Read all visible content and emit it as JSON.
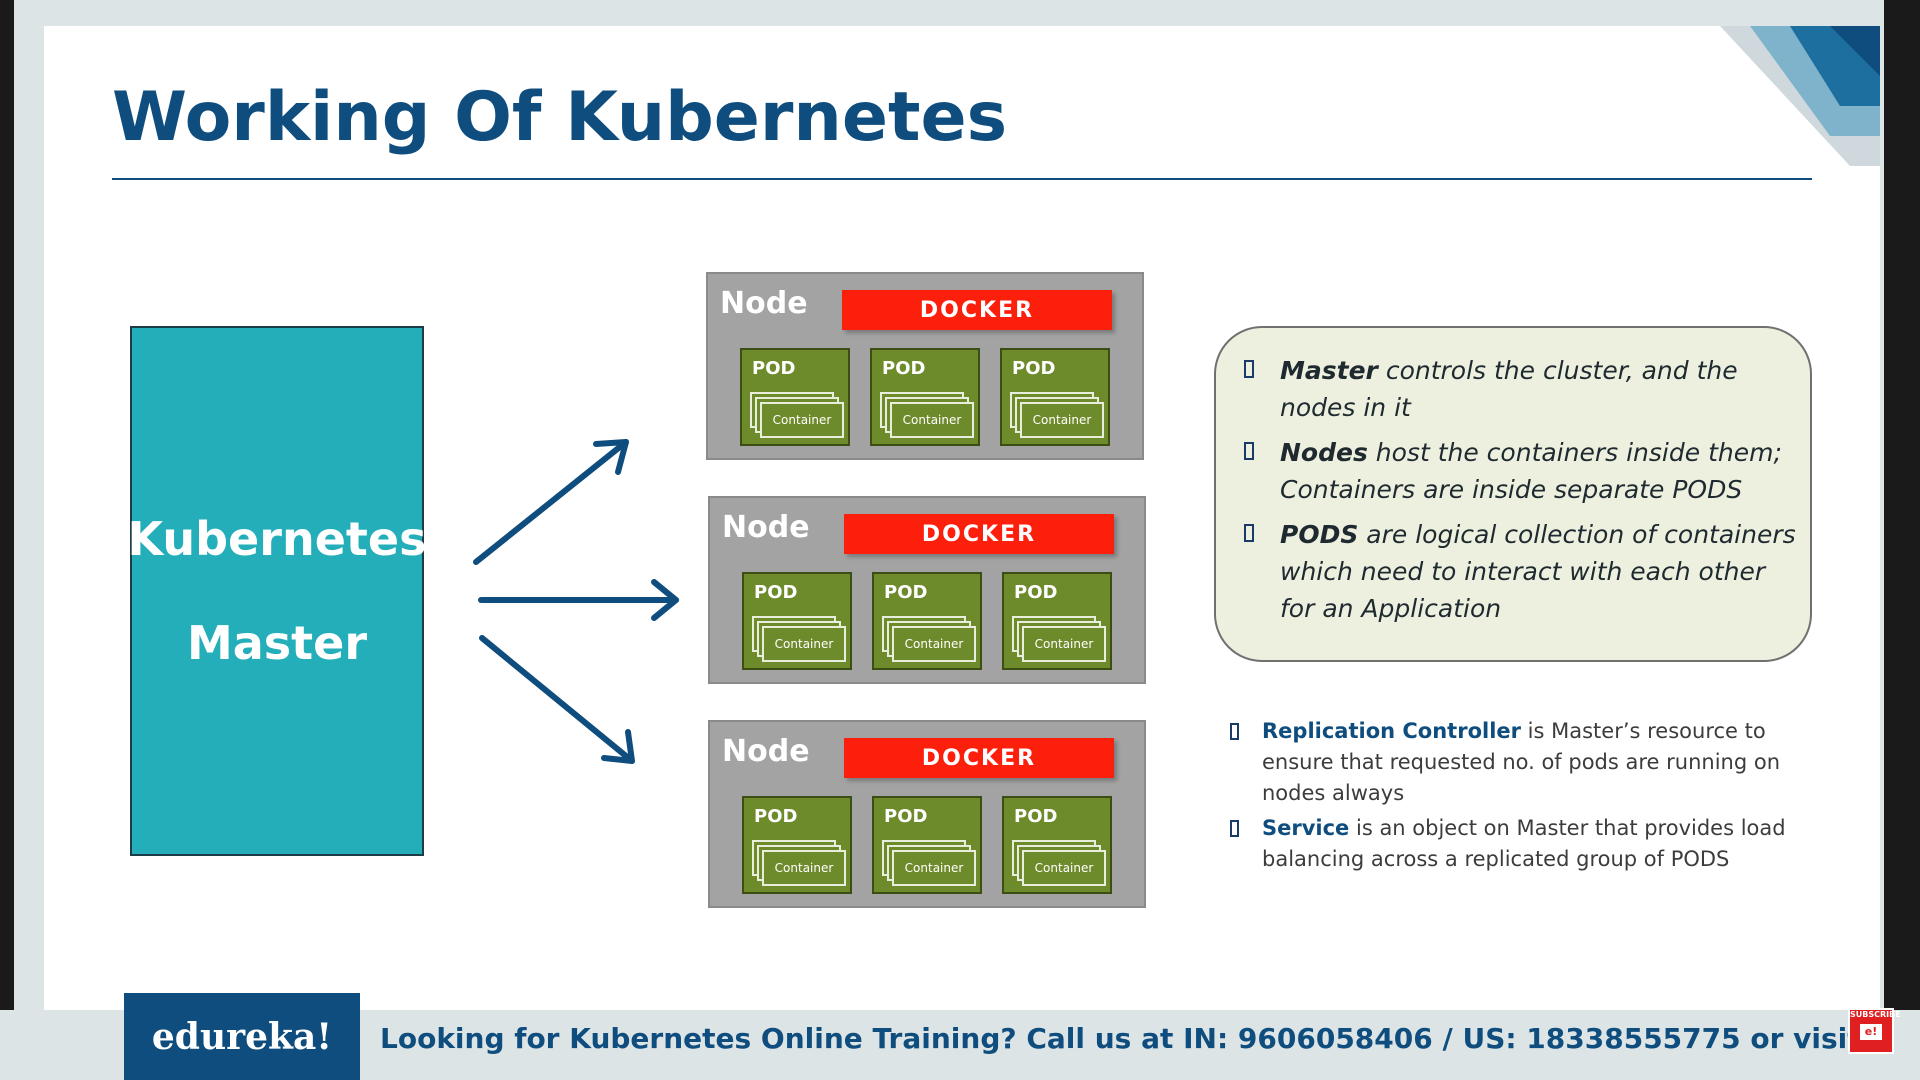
{
  "title": "Working Of Kubernetes",
  "master": {
    "line1": "Kubernetes",
    "line2": "Master"
  },
  "node_label": "Node",
  "docker_label": "DOCKER",
  "pod_label": "POD",
  "container_label": "Container",
  "info_box": {
    "items": [
      {
        "bold": "Master",
        "rest": " controls the cluster, and the nodes in it"
      },
      {
        "bold": "Nodes",
        "rest": " host the containers inside them; Containers are inside separate PODS"
      },
      {
        "bold": "PODS",
        "rest": " are logical collection of containers which need to interact with each other for an Application"
      }
    ]
  },
  "notes": [
    {
      "keyword": "Replication Controller",
      "rest": " is Master’s resource to ensure that requested no. of pods are running on nodes always"
    },
    {
      "keyword": "Service",
      "rest": " is an object on Master that provides load balancing across a replicated group of PODS"
    }
  ],
  "footer": {
    "logo": "edureka!",
    "text": "Looking for Kubernetes Online Training? Call us at IN: 9606058406 / US: 18338555775 or visit www.edureka.co"
  },
  "subscribe": {
    "label": "SUBSCRIBE",
    "logo": "e!"
  },
  "colors": {
    "title": "#0e4d7e",
    "master": "#23aeb9",
    "docker": "#fb1f0c",
    "pod": "#6e8b2b",
    "node": "#a3a3a3"
  }
}
